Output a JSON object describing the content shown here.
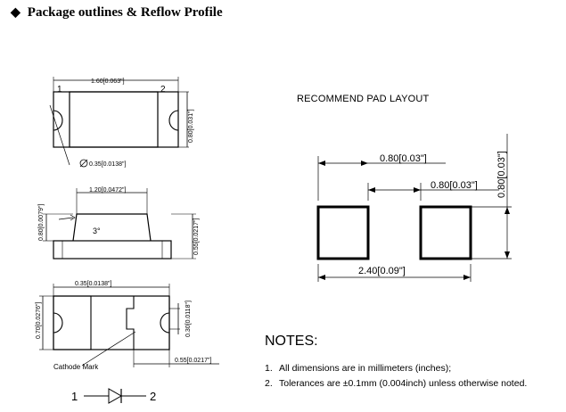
{
  "header": {
    "bullet": "◆",
    "title": "Package outlines & Reflow Profile"
  },
  "top_view": {
    "width_dim": "1.60[0.063\"]",
    "height_dim": "0.80[0.031\"]",
    "pin1": "1",
    "pin2": "2",
    "hole_dim": "0.35[0.0138\"]"
  },
  "side_view": {
    "width_dim": "1.20[0.0472\"]",
    "height_dim": "0.80[0.0079\"]",
    "total_height_dim": "0.55[0.0217\"]",
    "angle": "3°"
  },
  "bottom_view": {
    "width_dim": "0.35[0.0138\"]",
    "height_dim": "0.70[0.0276\"]",
    "pad_height_dim": "0.30[0.0118\"]",
    "pad_width_dim": "0.55[0.0217\"]",
    "cathode_label": "Cathode Mark"
  },
  "symbol": {
    "pin1": "1",
    "pin2": "2"
  },
  "pad_layout": {
    "heading": "RECOMMEND PAD LAYOUT",
    "pad_width_dim": "0.80[0.03\"]",
    "gap_dim": "0.80[0.03\"]",
    "pad_height_dim": "0.80[0.03\"]",
    "total_width_dim": "2.40[0.09\"]"
  },
  "notes": {
    "heading": "NOTES:",
    "items": [
      {
        "num": "1.",
        "text": "All dimensions are in millimeters (inches);"
      },
      {
        "num": "2.",
        "text": "Tolerances are ±0.1mm (0.004inch) unless otherwise noted."
      }
    ]
  }
}
